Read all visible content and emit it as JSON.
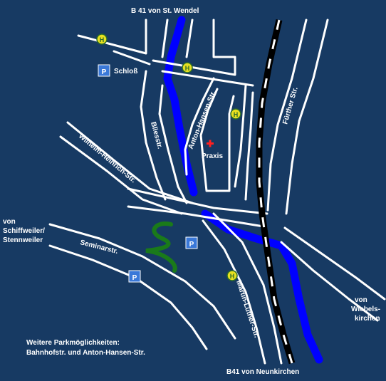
{
  "labels": {
    "top": "B 41 von St. Wendel",
    "bottom": "B41 von Neunkirchen",
    "left_line1": "von",
    "left_line2": "Schiffweiler/",
    "left_line3": "Stennweiler",
    "right_line1": "von",
    "right_line2": "Wiebels-",
    "right_line3": "kirchen",
    "schloss": "Schloß",
    "praxis": "Praxis",
    "note_line1": "Weitere Parkmöglichkeiten:",
    "note_line2": "Bahnhofstr. und Anton-Hansen-Str."
  },
  "streets": {
    "bliesstr": "Bliesstr.",
    "anton_hansen": "Anton-Hansen-Str.",
    "fuerther": "Fürther Str.",
    "wilhelm_heinrich": "Wilhelm-Heinrich-Str.",
    "seminar": "Seminarstr.",
    "martin_luther": "Martin-Luther-Str."
  },
  "symbols": {
    "parking_letter": "P",
    "bus_letter": "H",
    "praxis_icon": "red-cross-icon",
    "bus_icon": "bus-stop-icon",
    "parking_icon": "parking-icon"
  },
  "colors": {
    "background": "#173a63",
    "road": "#ffffff",
    "river": "#0000ff",
    "park_path": "#1a7a1a",
    "parking": "#3a78d8",
    "bus_stop": "#e8e020",
    "praxis_cross": "#ff2020",
    "railway_dark": "#000000"
  }
}
